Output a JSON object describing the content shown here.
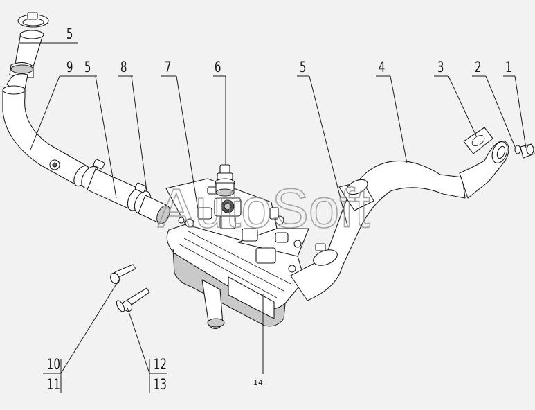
{
  "watermark": "AutoSoft",
  "callouts": {
    "c1": "1",
    "c2": "2",
    "c3": "3",
    "c4": "4",
    "c5_top": "5",
    "c5_left": "5",
    "c5_right": "5",
    "c6": "6",
    "c7": "7",
    "c8": "8",
    "c9": "9",
    "c10": "10",
    "c11": "11",
    "c12": "12",
    "c13": "13",
    "c14": "14"
  }
}
